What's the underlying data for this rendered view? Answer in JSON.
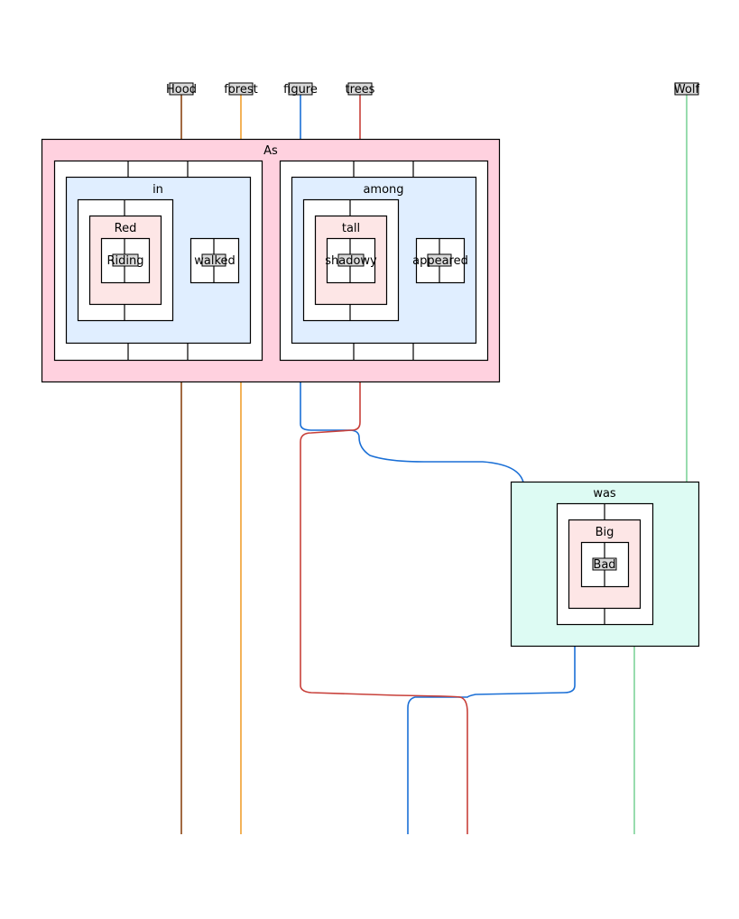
{
  "inputs": {
    "hood": "Hood",
    "forest": "forest",
    "figure": "figure",
    "trees": "trees",
    "wolf": "Wolf"
  },
  "boxes": {
    "as": "As",
    "in": "in",
    "red": "Red",
    "riding": "Riding",
    "walked": "walked",
    "among": "among",
    "tall": "tall",
    "shadowy": "shadowy",
    "appeared": "appeared",
    "was": "was",
    "big": "Big",
    "bad": "Bad"
  },
  "colors": {
    "hood": "#8B4513",
    "forest": "#F0A030",
    "figure": "#1A6FD6",
    "trees": "#C8403A",
    "wolf": "#7FD49A",
    "as_fill": "#FFD1DF",
    "in_fill": "#E0EEFF",
    "red_fill": "#FDE6E6",
    "was_fill": "#DDFBF3",
    "label_fill": "#D9D9D9"
  }
}
